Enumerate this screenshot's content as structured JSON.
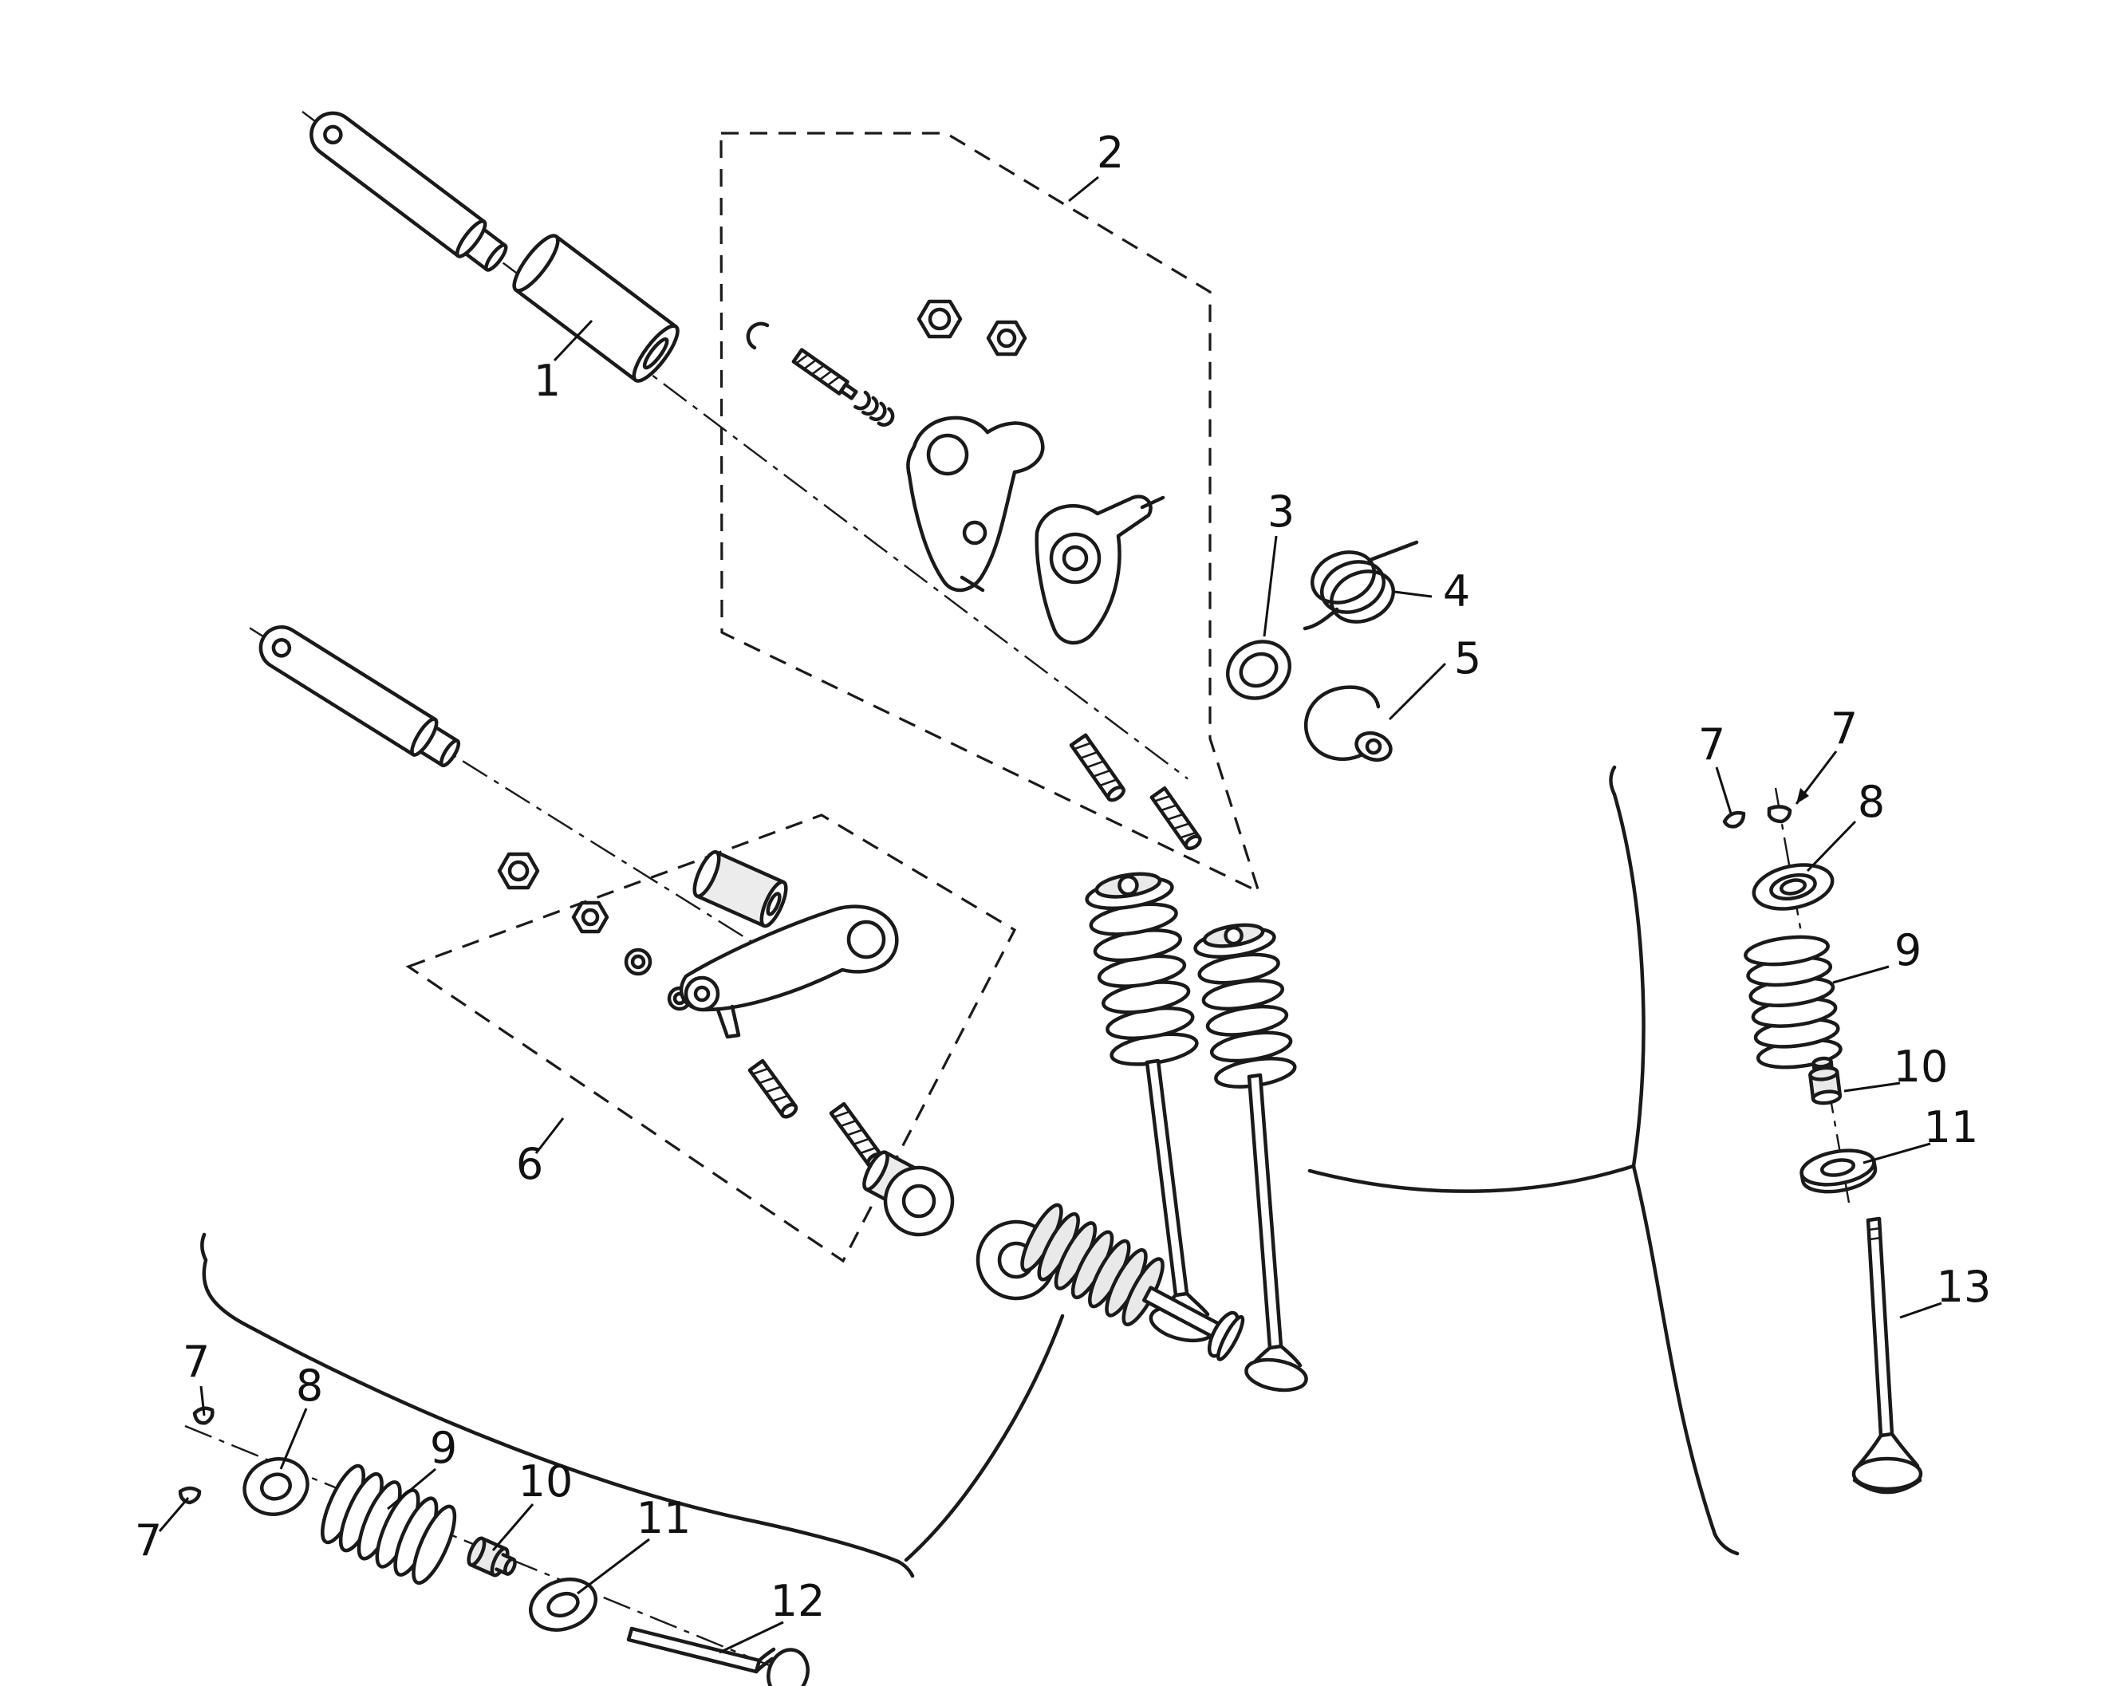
{
  "diagram": {
    "background": "#ffffff",
    "line_color": "#1a1a1a",
    "callouts": [
      {
        "id": "c1",
        "label": "1"
      },
      {
        "id": "c2",
        "label": "2"
      },
      {
        "id": "c3",
        "label": "3"
      },
      {
        "id": "c4",
        "label": "4"
      },
      {
        "id": "c5",
        "label": "5"
      },
      {
        "id": "c6",
        "label": "6"
      },
      {
        "id": "c7-ra",
        "label": "7"
      },
      {
        "id": "c7-rb",
        "label": "7"
      },
      {
        "id": "c8-r",
        "label": "8"
      },
      {
        "id": "c9-r",
        "label": "9"
      },
      {
        "id": "c10-r",
        "label": "10"
      },
      {
        "id": "c11-r",
        "label": "11"
      },
      {
        "id": "c13-r",
        "label": "13"
      },
      {
        "id": "c7-bl-t",
        "label": "7"
      },
      {
        "id": "c8-bl",
        "label": "8"
      },
      {
        "id": "c7-bl-b",
        "label": "7"
      },
      {
        "id": "c9-bl",
        "label": "9"
      },
      {
        "id": "c10-bl",
        "label": "10"
      },
      {
        "id": "c11-bl",
        "label": "11"
      },
      {
        "id": "c12-bl",
        "label": "12"
      }
    ]
  }
}
